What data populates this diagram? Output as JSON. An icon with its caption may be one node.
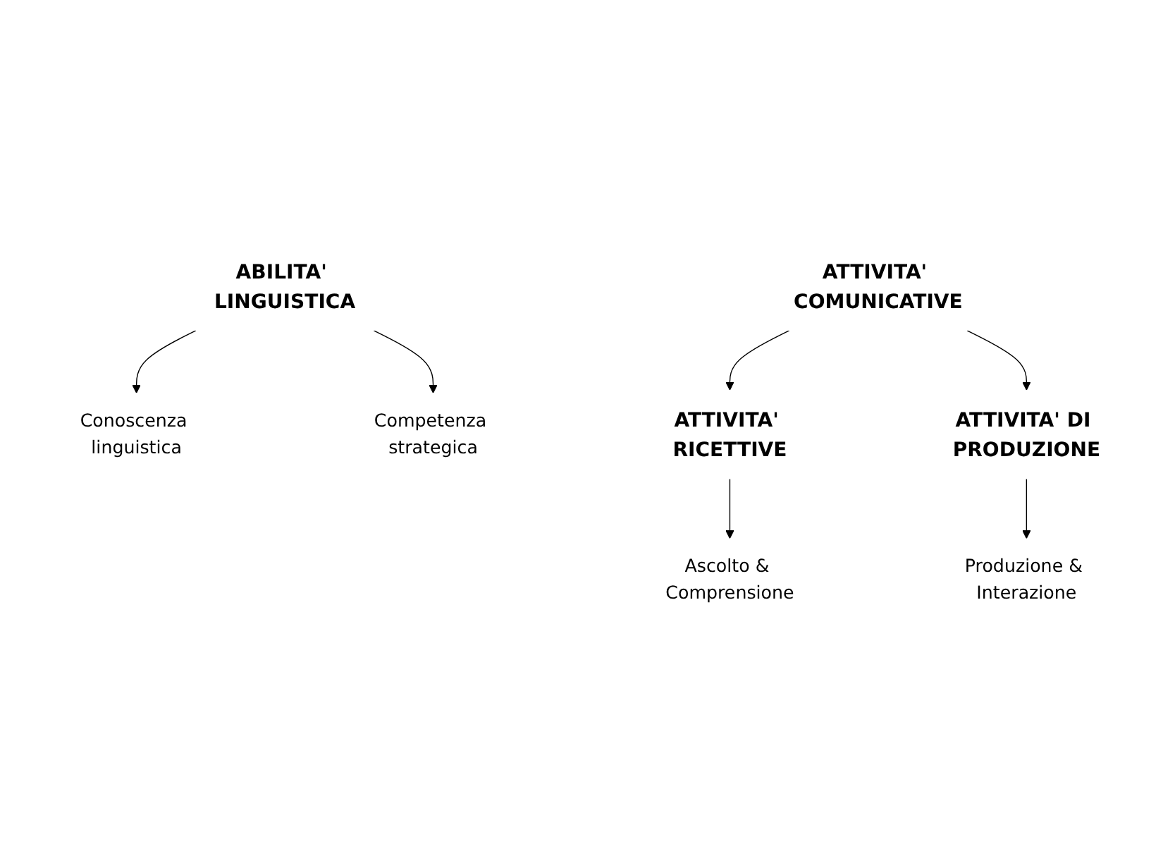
{
  "diagram": {
    "nodes": [
      {
        "text": [
          "ABILITA' LINGUISTICA"
        ]
      },
      {
        "text": [
          "Conoscenza linguistica"
        ]
      },
      {
        "text": [
          "Competenza strategica"
        ]
      },
      {
        "text": [
          "ATTIVITA' COMUNICATIVE"
        ]
      },
      {
        "text": [
          "ATTIVITA' RICETTIVE"
        ]
      },
      {
        "text": [
          "ATTIVITA' DI PRODUZIONE"
        ]
      },
      {
        "text": [
          "Ascolto & Comprensione"
        ]
      },
      {
        "text": [
          "Produzione & Interazione"
        ]
      }
    ],
    "edges": [
      {
        "from": 0,
        "to": 1,
        "arrow": "to"
      },
      {
        "from": 0,
        "to": 2,
        "arrow": "to"
      },
      {
        "from": 3,
        "to": 4,
        "arrow": "to"
      },
      {
        "from": 3,
        "to": 5,
        "arrow": "to"
      },
      {
        "from": 4,
        "to": 6,
        "arrow": "to"
      },
      {
        "from": 5,
        "to": 7,
        "arrow": "to"
      }
    ]
  }
}
